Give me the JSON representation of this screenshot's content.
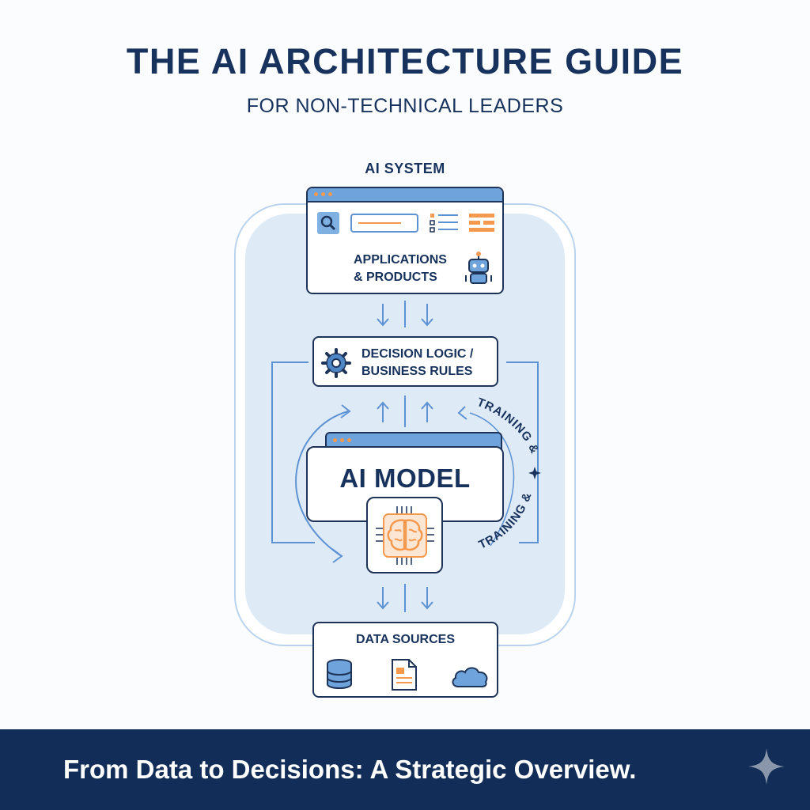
{
  "header": {
    "title": "THE AI ARCHITECTURE GUIDE",
    "subtitle": "FOR NON-TECHNICAL LEADERS"
  },
  "diagram": {
    "system_label": "AI SYSTEM",
    "applications": {
      "label_line1": "APPLICATIONS",
      "label_line2": "& PRODUCTS",
      "icons": [
        "search-icon",
        "list-icon",
        "menu-icon",
        "robot-icon"
      ]
    },
    "decision_logic": {
      "label_line1": "DECISION LOGIC /",
      "label_line2": "BUSINESS RULES",
      "icon": "gear-icon"
    },
    "ai_model": {
      "label": "AI MODEL",
      "icon": "brain-chip-icon"
    },
    "loop_labels": [
      "TRAINING &",
      "TRAINING &"
    ],
    "data_sources": {
      "label": "DATA SOURCES",
      "icons": [
        "database-icon",
        "document-icon",
        "cloud-icon"
      ]
    }
  },
  "footer": {
    "tagline": "From Data to Decisions: A Strategic Overview."
  },
  "colors": {
    "navy": "#17325c",
    "accent_blue": "#6fa3dc",
    "accent_orange": "#f39a4f",
    "panel": "#dfeaf7"
  }
}
